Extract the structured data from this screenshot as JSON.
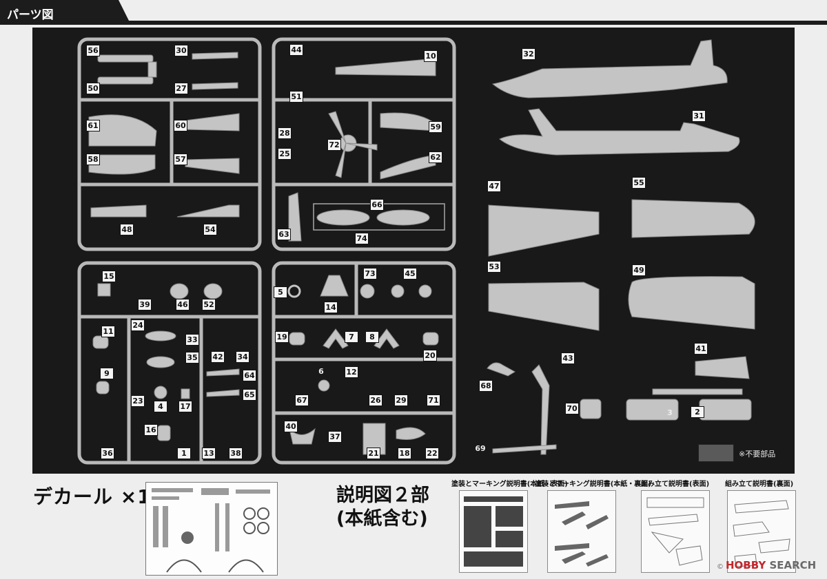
{
  "header": {
    "title": "パーツ図"
  },
  "parts": {
    "n56": "56",
    "n30": "30",
    "n50": "50",
    "n27": "27",
    "n61": "61",
    "n60": "60",
    "n58": "58",
    "n57": "57",
    "n48": "48",
    "n54": "54",
    "n44": "44",
    "n10": "10",
    "n51": "51",
    "n28": "28",
    "n25": "25",
    "n72": "72",
    "n59": "59",
    "n62": "62",
    "n66": "66",
    "n63": "63",
    "n74": "74",
    "n15": "15",
    "n39": "39",
    "n46": "46",
    "n52": "52",
    "n11": "11",
    "n24": "24",
    "n33": "33",
    "n35": "35",
    "n42": "42",
    "n34": "34",
    "n9": "9",
    "n64": "64",
    "n65": "65",
    "n23": "23",
    "n4": "4",
    "n17": "17",
    "n16": "16",
    "n36": "36",
    "n1": "1",
    "n13": "13",
    "n38": "38",
    "n5": "5",
    "n73": "73",
    "n45": "45",
    "n14": "14",
    "n19": "19",
    "n7": "7",
    "n8": "8",
    "n20": "20",
    "n6": "6",
    "n12": "12",
    "n67": "67",
    "n26": "26",
    "n29": "29",
    "n71": "71",
    "n40": "40",
    "n37": "37",
    "n21": "21",
    "n18": "18",
    "n22": "22",
    "n32": "32",
    "n31": "31",
    "n47": "47",
    "n55": "55",
    "n53": "53",
    "n49": "49",
    "n68": "68",
    "n43": "43",
    "n41": "41",
    "n70": "70",
    "n3": "3",
    "n2": "2",
    "n69": "69"
  },
  "legend": {
    "text": "※不要部品",
    "color": "#5a5a5a"
  },
  "decal": {
    "title": "デカール ×1"
  },
  "manual": {
    "line1": "説明図２部",
    "line2": "(本紙含む)"
  },
  "thumbnails": [
    {
      "label": "塗装とマーキング説明書(本紙・表面)"
    },
    {
      "label": "塗装とマーキング説明書(本紙・裏面)"
    },
    {
      "label": "組み立て説明書(表面)"
    },
    {
      "label": "組み立て説明書(裏面)"
    }
  ],
  "watermark": {
    "copy": "©",
    "logo": "HOBBY",
    "text": "SEARCH"
  }
}
